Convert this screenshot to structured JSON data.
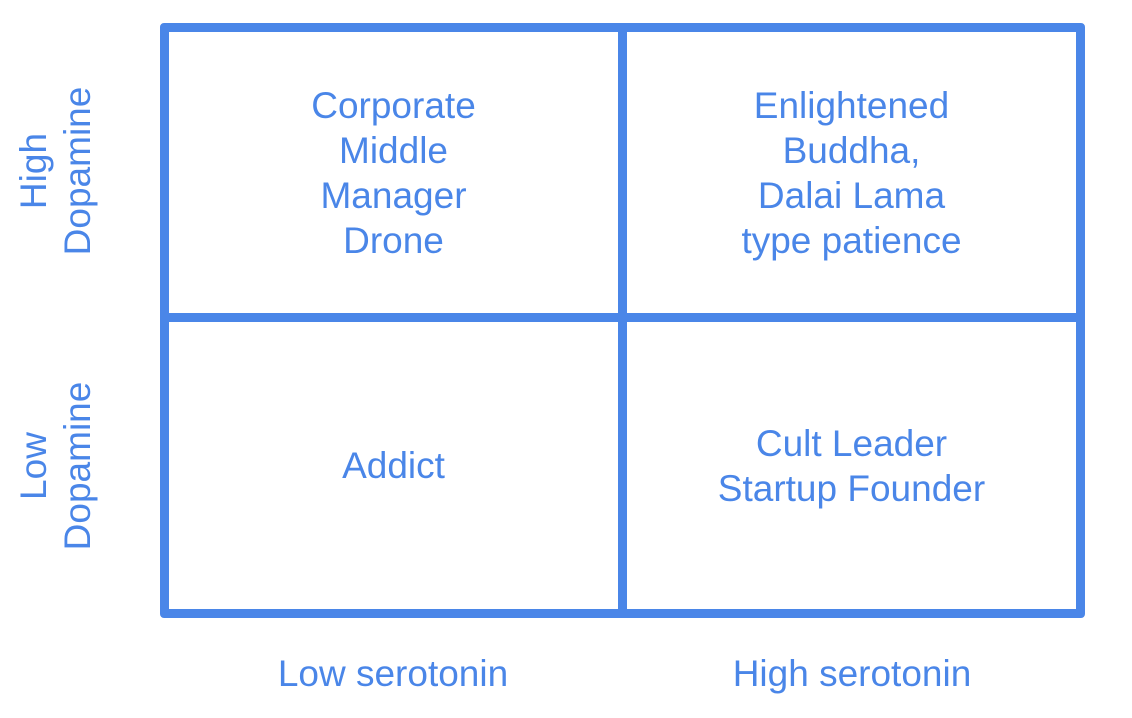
{
  "colors": {
    "accent": "#4a86e8",
    "background": "#ffffff"
  },
  "matrix": {
    "y_axis": {
      "top_label": {
        "lines": [
          "High",
          "Dopamine"
        ]
      },
      "bottom_label": {
        "lines": [
          "Low",
          "Dopamine"
        ]
      }
    },
    "x_axis": {
      "left_label": "Low serotonin",
      "right_label": "High serotonin"
    },
    "quadrants": {
      "top_left": {
        "lines": [
          "Corporate",
          "Middle",
          "Manager",
          "Drone"
        ]
      },
      "top_right": {
        "lines": [
          "Enlightened",
          "Buddha,",
          "Dalai Lama",
          "type patience"
        ]
      },
      "bottom_left": {
        "lines": [
          "Addict"
        ]
      },
      "bottom_right": {
        "lines": [
          "Cult Leader",
          "Startup Founder"
        ]
      }
    }
  }
}
